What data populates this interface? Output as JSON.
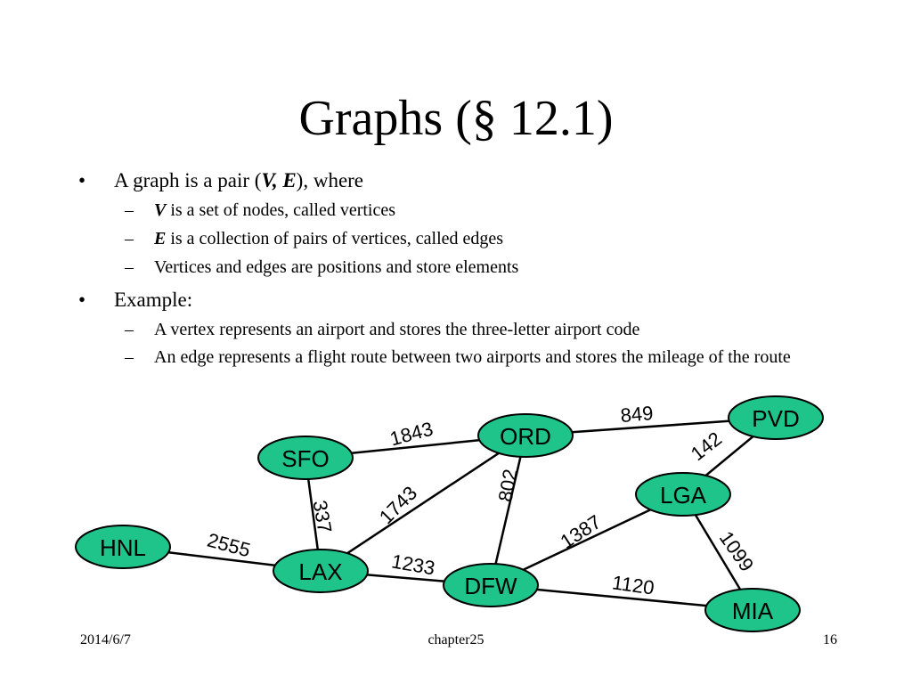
{
  "slide": {
    "title": "Graphs (§ 12.1)",
    "bullet1": {
      "pre": "A graph is a pair (",
      "v": "V",
      "comma": ", ",
      "e": "E",
      "post": "), where",
      "subs": {
        "s1_term": "V",
        "s1_text": " is a set of nodes, called vertices",
        "s2_term": "E",
        "s2_text": " is a collection of pairs of vertices, called edges",
        "s3_text": "Vertices and edges are positions and store elements"
      }
    },
    "bullet2": {
      "text": "Example:",
      "subs": {
        "s1_text": "A vertex represents an airport and stores the three-letter airport code",
        "s2_text": "An edge represents a flight route between two airports and stores the mileage of the route"
      }
    },
    "footer": {
      "date": "2014/6/7",
      "center": "chapter25",
      "page": "16"
    }
  },
  "graph": {
    "node_fill": "#1ec48a",
    "nodes": [
      {
        "id": "SFO",
        "label": "SFO"
      },
      {
        "id": "ORD",
        "label": "ORD"
      },
      {
        "id": "PVD",
        "label": "PVD"
      },
      {
        "id": "LGA",
        "label": "LGA"
      },
      {
        "id": "HNL",
        "label": "HNL"
      },
      {
        "id": "LAX",
        "label": "LAX"
      },
      {
        "id": "DFW",
        "label": "DFW"
      },
      {
        "id": "MIA",
        "label": "MIA"
      }
    ],
    "edges": [
      {
        "from": "SFO",
        "to": "ORD",
        "weight": "1843"
      },
      {
        "from": "ORD",
        "to": "PVD",
        "weight": "849"
      },
      {
        "from": "PVD",
        "to": "LGA",
        "weight": "142"
      },
      {
        "from": "SFO",
        "to": "LAX",
        "weight": "337"
      },
      {
        "from": "LAX",
        "to": "ORD",
        "weight": "1743"
      },
      {
        "from": "ORD",
        "to": "DFW",
        "weight": "802"
      },
      {
        "from": "DFW",
        "to": "LGA",
        "weight": "1387"
      },
      {
        "from": "LGA",
        "to": "MIA",
        "weight": "1099"
      },
      {
        "from": "HNL",
        "to": "LAX",
        "weight": "2555"
      },
      {
        "from": "LAX",
        "to": "DFW",
        "weight": "1233"
      },
      {
        "from": "DFW",
        "to": "MIA",
        "weight": "1120"
      }
    ]
  }
}
